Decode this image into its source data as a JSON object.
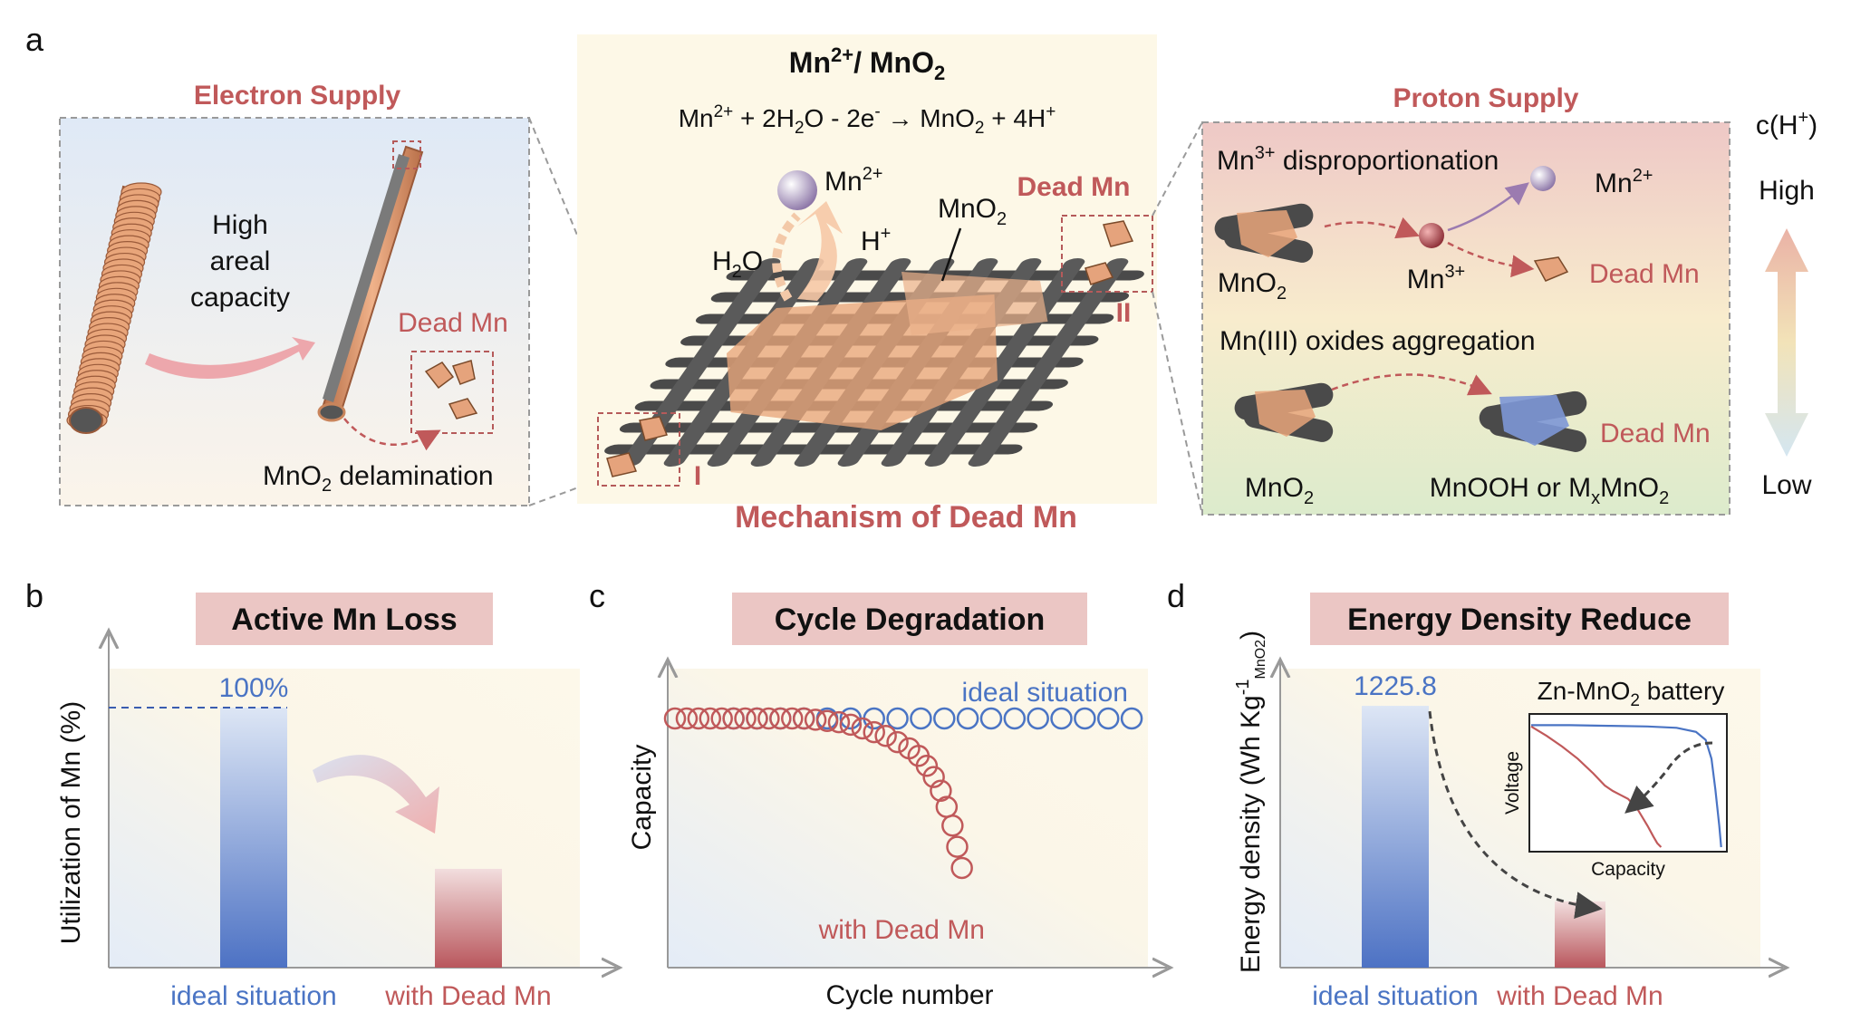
{
  "panels": {
    "a": "a",
    "b": "b",
    "c": "c",
    "d": "d"
  },
  "electron": {
    "title": "Electron Supply",
    "high_areal_line1": "High",
    "high_areal_line2": "areal",
    "high_areal_line3": "capacity",
    "dead_mn": "Dead Mn",
    "delamination_pre": "MnO",
    "delamination_sub": "2",
    "delamination_post": " delamination"
  },
  "center": {
    "title_pre": "Mn",
    "title_sup": "2+",
    "title_post": "/ MnO",
    "title_sub": "2",
    "eq_a": "Mn",
    "eq_a_sup": "2+",
    "eq_b": " + 2H",
    "eq_b_sub": "2",
    "eq_c": "O - 2e",
    "eq_c_sup": "-",
    "eq_d": " → MnO",
    "eq_d_sub": "2",
    "eq_e": " + 4H",
    "eq_e_sup": "+",
    "mn2_label": "Mn",
    "mn2_sup": "2+",
    "h2o_label": "H",
    "h2o_sub": "2",
    "h2o_post": "O",
    "hplus_label": "H",
    "hplus_sup": "+",
    "mno2_label": "MnO",
    "mno2_sub": "2",
    "dead_mn": "Dead Mn",
    "roman_1": "I",
    "roman_2": "II",
    "mechanism": "Mechanism of Dead Mn"
  },
  "proton": {
    "title": "Proton Supply",
    "ch_label": "c(H",
    "ch_sup": "+",
    "ch_post": ")",
    "high": "High",
    "low": "Low",
    "disp_pre": "Mn",
    "disp_sup": "3+",
    "disp_post": " disproportionation",
    "mn2": "Mn",
    "mn2_sup": "2+",
    "mno2_1": "MnO",
    "mno2_1_sub": "2",
    "mn3": "Mn",
    "mn3_sup": "3+",
    "dead_mn_1": "Dead Mn",
    "aggregation": "Mn(III) oxides aggregation",
    "dead_mn_2": "Dead Mn",
    "mno2_2": "MnO",
    "mno2_2_sub": "2",
    "mnooh_pre": "MnOOH or M",
    "mnooh_sub": "x",
    "mnooh_mid": "MnO",
    "mnooh_sub2": "2"
  },
  "panel_b": {
    "banner": "Active Mn Loss",
    "ylabel": "Utilization of Mn (%)"
  },
  "panel_c": {
    "banner": "Cycle Degradation",
    "ylabel": "Capacity",
    "xlabel": "Cycle number"
  },
  "panel_d": {
    "banner": "Energy Density Reduce",
    "ylabel_pre": "Energy density (Wh Kg",
    "ylabel_sup": "-1",
    "ylabel_sub": "MnO2",
    "ylabel_post": ")",
    "inset_title_pre": "Zn-MnO",
    "inset_title_sub": "2",
    "inset_title_post": " battery",
    "inset_ylabel": "Voltage",
    "inset_xlabel": "Capacity"
  },
  "colors": {
    "rose": "#c0595a",
    "blue": "#4a74c4",
    "banner": "#ebc6c4",
    "mno2_orange": "#e8a57a",
    "carbon": "#4a4a4a"
  },
  "chart_data": [
    {
      "type": "bar",
      "panel": "b",
      "categories": [
        "ideal situation",
        "with Dead Mn"
      ],
      "values": [
        100,
        38
      ],
      "data_labels": [
        "100%",
        ""
      ],
      "ylim": [
        0,
        115
      ],
      "ylabel": "Utilization of Mn (%)",
      "xlabel": "",
      "grid": false,
      "reference_line": 100
    },
    {
      "type": "scatter",
      "panel": "c",
      "xlabel": "Cycle number",
      "ylabel": "Capacity",
      "grid": false,
      "xlim": [
        0,
        40
      ],
      "ylim": [
        0,
        1.2
      ],
      "series": [
        {
          "name": "ideal situation",
          "x": [
            5,
            7,
            9,
            11,
            13,
            15,
            17,
            19,
            21,
            23,
            25,
            27,
            29,
            31,
            33,
            35,
            37,
            39
          ],
          "y": [
            1,
            1,
            1,
            1,
            1,
            1,
            1,
            1,
            1,
            1,
            1,
            1,
            1,
            1,
            1,
            1,
            1,
            1
          ]
        },
        {
          "name": "with Dead Mn",
          "x": [
            0,
            1,
            2,
            3,
            4,
            5,
            6,
            7,
            8,
            9,
            10,
            11,
            12,
            13,
            14,
            15,
            16,
            17,
            18,
            19,
            20,
            20.8,
            21.5,
            22.1,
            22.7,
            23.2,
            23.7,
            24.1,
            24.5
          ],
          "y": [
            1,
            1,
            1,
            1,
            1,
            1,
            1,
            1,
            1,
            1,
            1,
            1,
            0.995,
            0.99,
            0.985,
            0.975,
            0.96,
            0.945,
            0.93,
            0.905,
            0.88,
            0.85,
            0.81,
            0.765,
            0.71,
            0.645,
            0.57,
            0.485,
            0.4
          ]
        }
      ]
    },
    {
      "type": "bar",
      "panel": "d",
      "categories": [
        "ideal situation",
        "with Dead Mn"
      ],
      "values": [
        1225.8,
        310
      ],
      "data_labels": [
        "1225.8",
        ""
      ],
      "ylim": [
        0,
        1400
      ],
      "grid": false
    },
    {
      "type": "line",
      "panel": "d-inset",
      "title": "Zn-MnO2 battery",
      "xlabel": "Capacity",
      "ylabel": "Voltage",
      "xlim": [
        0,
        1
      ],
      "ylim": [
        0,
        1
      ],
      "series": [
        {
          "name": "ideal",
          "x": [
            0,
            0.2,
            0.4,
            0.6,
            0.75,
            0.85,
            0.9,
            0.93,
            0.95,
            0.97,
            0.98
          ],
          "y": [
            0.93,
            0.93,
            0.925,
            0.92,
            0.91,
            0.88,
            0.82,
            0.68,
            0.45,
            0.18,
            0.02
          ]
        },
        {
          "name": "with Dead Mn",
          "x": [
            0,
            0.08,
            0.16,
            0.24,
            0.32,
            0.38,
            0.42,
            0.46,
            0.5,
            0.55,
            0.6,
            0.63,
            0.65,
            0.67
          ],
          "y": [
            0.92,
            0.85,
            0.77,
            0.68,
            0.57,
            0.48,
            0.44,
            0.41,
            0.38,
            0.3,
            0.18,
            0.1,
            0.05,
            0.02
          ]
        }
      ]
    }
  ]
}
